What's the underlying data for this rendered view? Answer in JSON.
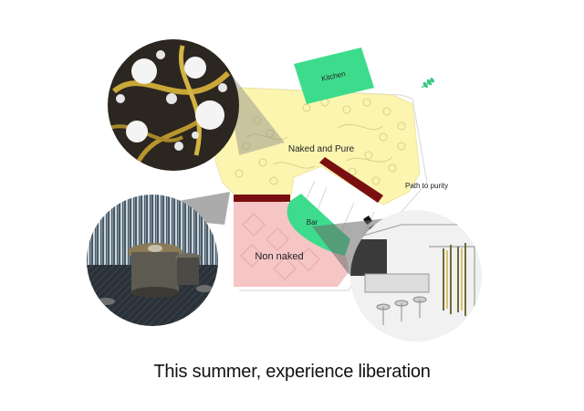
{
  "zones": {
    "kitchen": "Kitchen",
    "naked_and_pure": "Naked and Pure",
    "path_to_purity": "Path to purity",
    "bar": "Bar",
    "non_naked": "Non naked"
  },
  "caption": "This summer, experience liberation",
  "colors": {
    "kitchen": "#3ddc8c",
    "naked_and_pure": "#fbf5b0",
    "non_naked": "#f6c5c5",
    "bar": "#3ddc8c",
    "partition": "#7a0f0f",
    "callout": "#8a8a8a"
  },
  "icons": {
    "leaf": "leaf-icon"
  }
}
